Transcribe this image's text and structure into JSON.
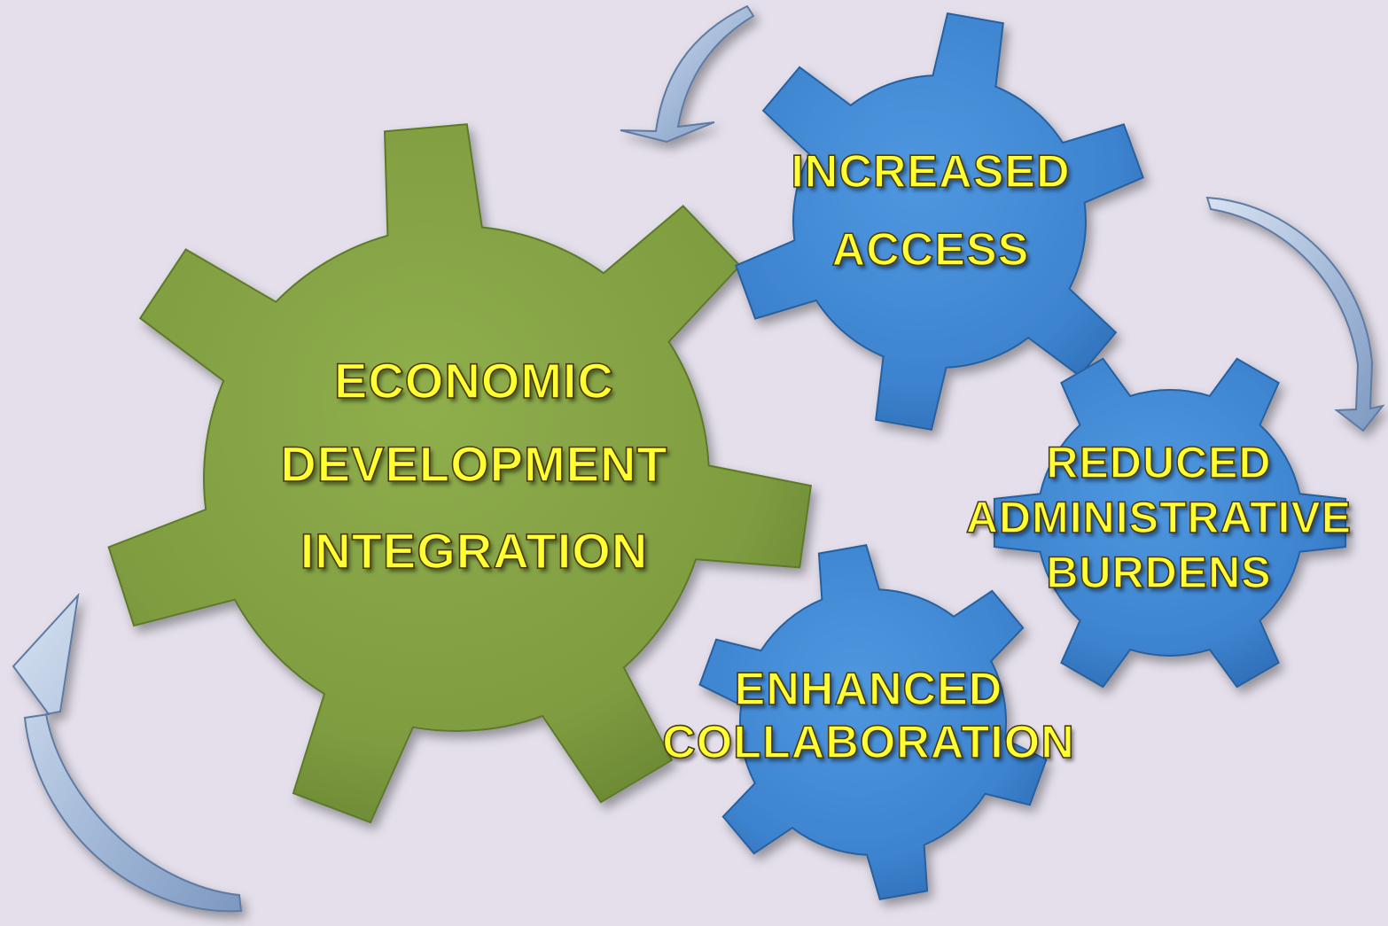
{
  "colors": {
    "background": "#e4dfeb",
    "main_gear": "#82a043",
    "small_gears": "#3f86d2",
    "arrows": "#9fb6d6",
    "label_text": "#ffff33"
  },
  "main_gear": {
    "lines": [
      "ECONOMIC",
      "DEVELOPMENT",
      "INTEGRATION"
    ]
  },
  "gear_access": {
    "lines": [
      "INCREASED",
      "ACCESS"
    ]
  },
  "gear_burdens": {
    "lines": [
      "REDUCED",
      "ADMINISTRATIVE",
      "BURDENS"
    ]
  },
  "gear_collaboration": {
    "lines": [
      "ENHANCED",
      "COLLABORATION"
    ]
  }
}
